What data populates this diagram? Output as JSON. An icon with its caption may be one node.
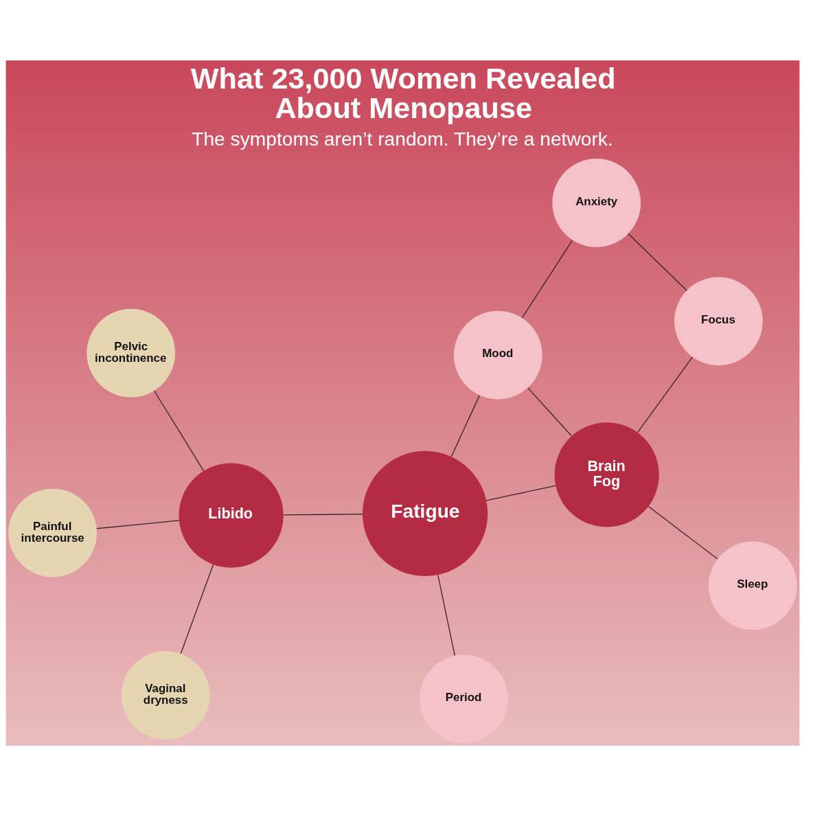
{
  "diagram": {
    "title": "What 23,000 Women Revealed About Menopause",
    "nodes": [
      {
        "text": [
          "Pelvic incontinence"
        ]
      },
      {
        "text": [
          "Mood"
        ]
      },
      {
        "text": [
          "Anxiety"
        ]
      },
      {
        "text": [
          "Painful intercourse"
        ]
      },
      {
        "text": [
          "Libido"
        ]
      },
      {
        "text": [
          "Fatigue"
        ]
      },
      {
        "text": [
          "Brain Fog"
        ]
      },
      {
        "text": [
          "Focus"
        ]
      },
      {
        "text": [
          "Vaginal dryness"
        ]
      },
      {
        "text": [
          "Sleep"
        ]
      },
      {
        "text": [
          "Period"
        ]
      }
    ],
    "edges": [
      {
        "from": 0,
        "to": 4,
        "arrow": "none"
      },
      {
        "from": 3,
        "to": 4,
        "arrow": "none"
      },
      {
        "from": 8,
        "to": 4,
        "arrow": "none"
      },
      {
        "from": 4,
        "to": 5,
        "arrow": "none"
      },
      {
        "from": 5,
        "to": 1,
        "arrow": "none"
      },
      {
        "from": 5,
        "to": 6,
        "arrow": "none"
      },
      {
        "from": 5,
        "to": 10,
        "arrow": "none"
      },
      {
        "from": 1,
        "to": 2,
        "arrow": "none"
      },
      {
        "from": 1,
        "to": 6,
        "arrow": "none"
      },
      {
        "from": 2,
        "to": 7,
        "arrow": "none"
      },
      {
        "from": 6,
        "to": 7,
        "arrow": "none"
      },
      {
        "from": 6,
        "to": 9,
        "arrow": "none"
      }
    ],
    "labels": [
      "The symptoms aren’t random. They’re a network."
    ]
  }
}
